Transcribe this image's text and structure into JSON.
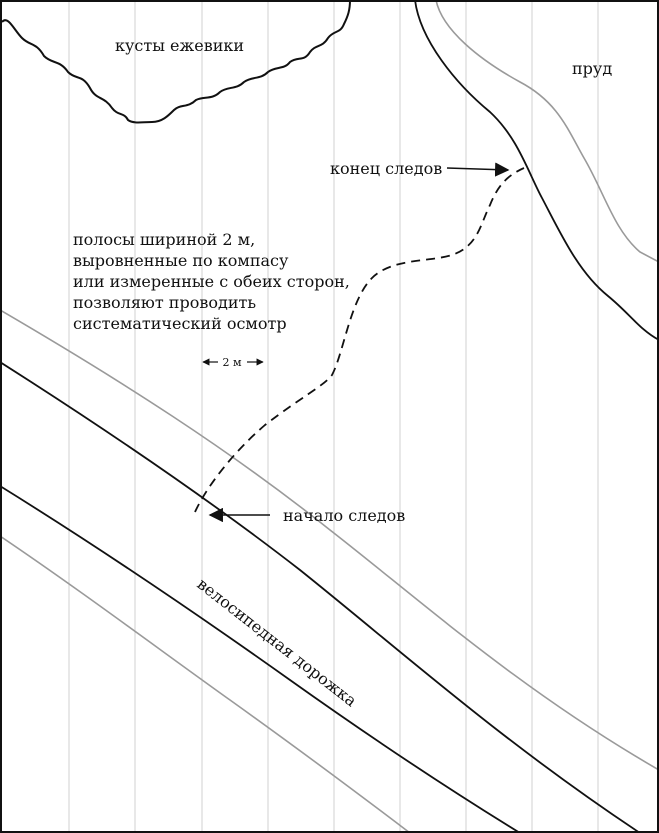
{
  "labels": {
    "bushes": "кусты ежевики",
    "pond": "пруд",
    "track_end": "конец следов",
    "track_start": "начало следов",
    "strips_line1": "полосы шириной 2 м,",
    "strips_line2": "выровненные по компасу",
    "strips_line3": "или измеренные с обеих сторон,",
    "strips_line4": "позволяют проводить",
    "strips_line5": "систематический осмотр",
    "width_mark": "2 м",
    "bike_path": "велосипедная дорожка"
  },
  "colors": {
    "ink": "#111111",
    "grey_line": "#9a9a9a",
    "strip_line": "#d0d0d0"
  }
}
